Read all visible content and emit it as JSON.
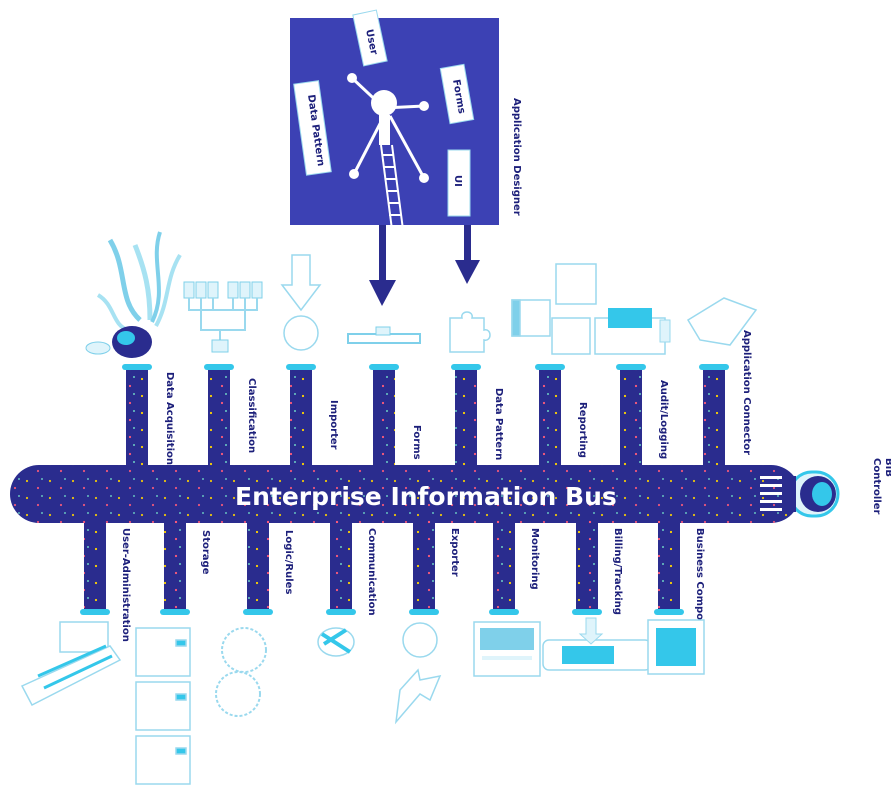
{
  "colors": {
    "bus": "#2a2c8e",
    "bus_dark": "#1c1f7a",
    "panel": "#3c41b4",
    "cyan": "#34c7ea",
    "icon_light": "#dff4fb",
    "icon_line": "#7fd0ea"
  },
  "bus": {
    "title": "Enterprise Information Bus"
  },
  "designer": {
    "label": "Application Designer",
    "cards": {
      "user": "User",
      "forms": "Forms",
      "data_pattern": "Data Pattern",
      "ui": "UI"
    }
  },
  "controller": {
    "label": "Controller",
    "small": "BIB"
  },
  "top_connectors": [
    {
      "label": "Data Acquisition",
      "icon": "satellite-dish-icon"
    },
    {
      "label": "Classification",
      "icon": "hierarchy-tree-icon"
    },
    {
      "label": "Importer",
      "icon": "import-arrow-icon"
    },
    {
      "label": "Forms",
      "icon": "form-bar-icon"
    },
    {
      "label": "Data Pattern",
      "icon": "puzzle-piece-icon"
    },
    {
      "label": "Reporting",
      "icon": "report-cubes-icon"
    },
    {
      "label": "Audit/Logging",
      "icon": "printer-icon"
    },
    {
      "label": "Application Connector",
      "icon": "connector-arrow-icon"
    }
  ],
  "bottom_connectors": [
    {
      "label": "User-Administration",
      "icon": "user-admin-icon"
    },
    {
      "label": "Storage",
      "icon": "storage-servers-icon"
    },
    {
      "label": "Logic/Rules",
      "icon": "gears-icon"
    },
    {
      "label": "Communication",
      "icon": "communication-icon"
    },
    {
      "label": "Exporter",
      "icon": "export-arrow-icon"
    },
    {
      "label": "Monitoring",
      "icon": "monitor-icon"
    },
    {
      "label": "Billing/Tracking",
      "icon": "billing-scroll-icon"
    },
    {
      "label": "Business Component",
      "icon": "business-cube-icon"
    }
  ]
}
